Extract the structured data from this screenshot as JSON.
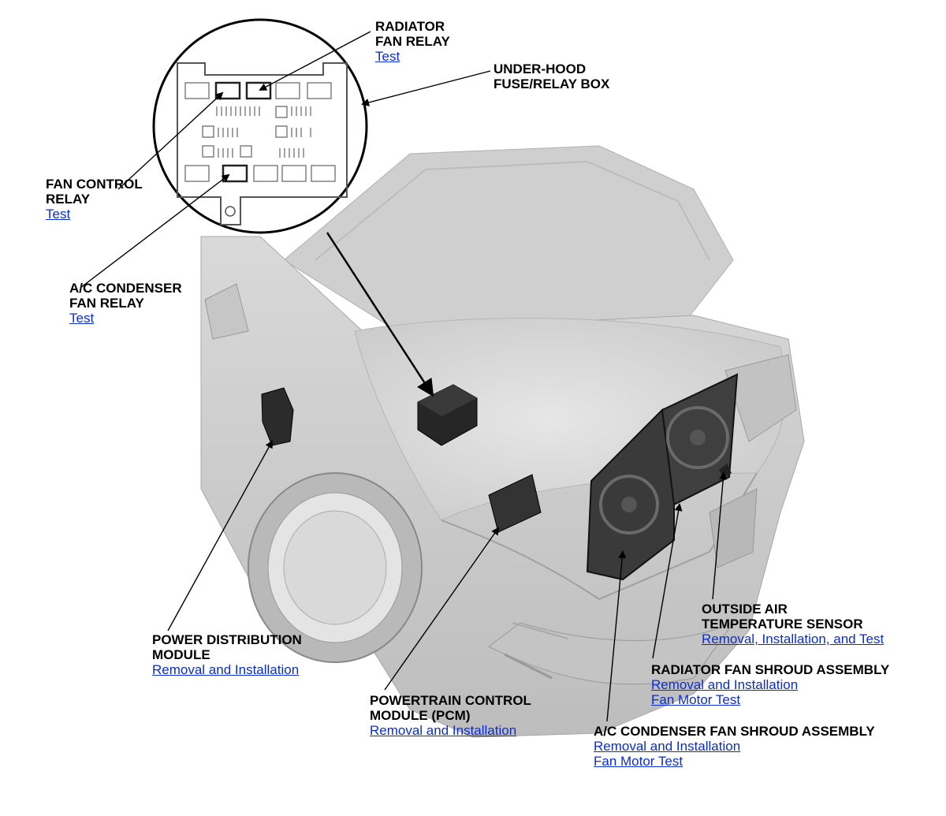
{
  "callouts": {
    "radiator_fan_relay": {
      "title": [
        "RADIATOR",
        "FAN RELAY"
      ],
      "links": [
        "Test"
      ]
    },
    "under_hood_box": {
      "title": [
        "UNDER-HOOD",
        "FUSE/RELAY BOX"
      ],
      "links": []
    },
    "fan_control_relay": {
      "title": [
        "FAN CONTROL",
        "RELAY"
      ],
      "links": [
        "Test"
      ]
    },
    "ac_condenser_fan_relay": {
      "title": [
        "A/C CONDENSER",
        "FAN RELAY"
      ],
      "links": [
        "Test"
      ]
    },
    "outside_air_sensor": {
      "title": [
        "OUTSIDE AIR",
        "TEMPERATURE SENSOR"
      ],
      "links": [
        "Removal, Installation, and Test"
      ]
    },
    "radiator_fan_shroud": {
      "title": [
        "RADIATOR FAN SHROUD ASSEMBLY"
      ],
      "links": [
        "Removal and Installation",
        "Fan Motor Test"
      ]
    },
    "power_distribution_module": {
      "title": [
        "POWER DISTRIBUTION",
        "MODULE"
      ],
      "links": [
        "Removal and Installation"
      ]
    },
    "pcm": {
      "title": [
        "POWERTRAIN CONTROL",
        "MODULE (PCM)"
      ],
      "links": [
        "Removal and Installation"
      ]
    },
    "ac_condenser_fan_shroud": {
      "title": [
        "A/C CONDENSER FAN SHROUD ASSEMBLY"
      ],
      "links": [
        "Removal and Installation",
        "Fan Motor Test"
      ]
    }
  },
  "colors": {
    "link": "#0a2cd6",
    "car_body": "#d6d6d6",
    "component": "#2b2b2b"
  }
}
